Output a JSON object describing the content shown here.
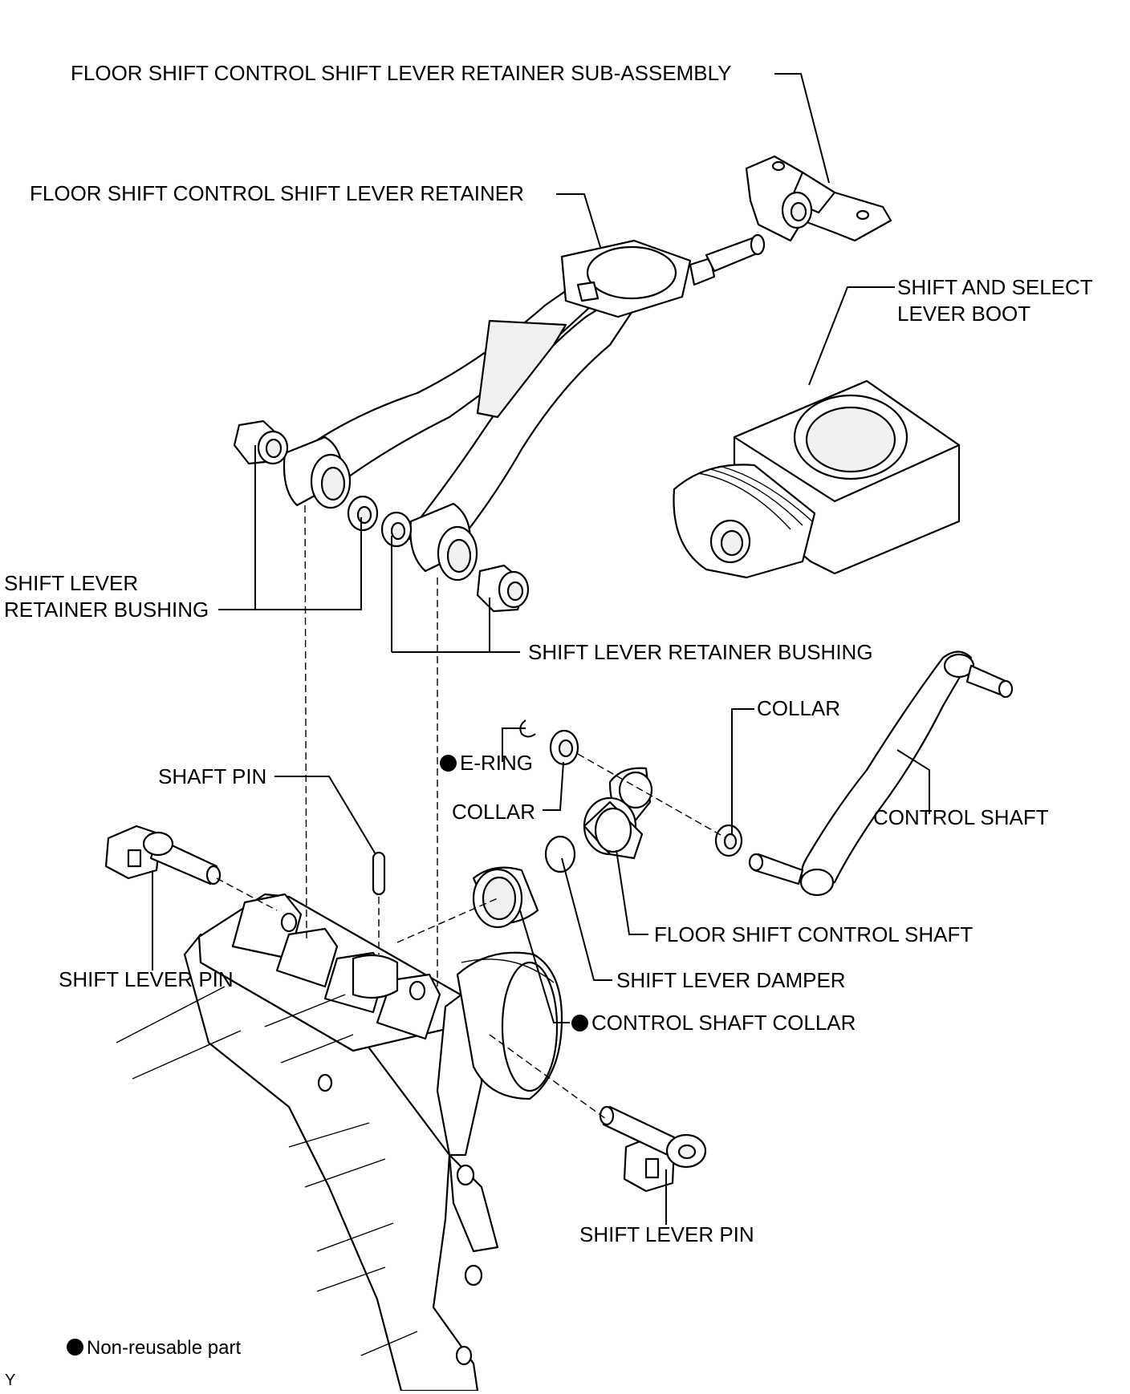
{
  "labels": {
    "retainer_sub_assembly": "FLOOR SHIFT CONTROL SHIFT LEVER RETAINER SUB-ASSEMBLY",
    "retainer": "FLOOR SHIFT CONTROL SHIFT LEVER RETAINER",
    "boot_line1": "SHIFT AND SELECT",
    "boot_line2": "LEVER BOOT",
    "bushing_left_line1": "SHIFT LEVER",
    "bushing_left_line2": "RETAINER BUSHING",
    "bushing_right": "SHIFT LEVER RETAINER BUSHING",
    "collar_right": "COLLAR",
    "e_ring": "E-RING",
    "collar_left": "COLLAR",
    "shaft_pin": "SHAFT PIN",
    "control_shaft": "CONTROL SHAFT",
    "floor_shift_control_shaft": "FLOOR SHIFT CONTROL SHAFT",
    "shift_lever_pin_left": "SHIFT LEVER PIN",
    "shift_lever_damper": "SHIFT LEVER DAMPER",
    "control_shaft_collar": "CONTROL SHAFT COLLAR",
    "shift_lever_pin_bottom": "SHIFT LEVER PIN"
  },
  "legend": {
    "non_reusable": "Non-reusable part"
  },
  "figure_code": "Y",
  "non_reusable_parts": [
    "E-RING",
    "CONTROL SHAFT COLLAR"
  ]
}
